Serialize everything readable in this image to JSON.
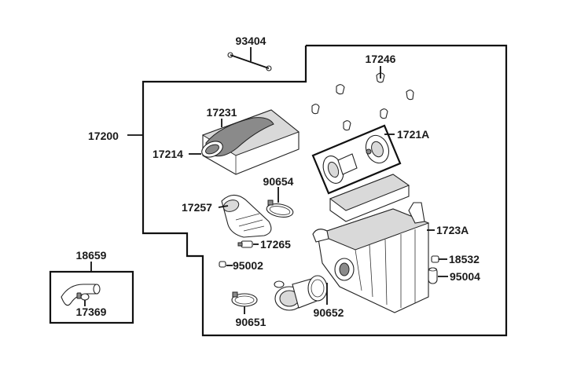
{
  "diagram": {
    "parts": {
      "p93404": "93404",
      "p17246": "17246",
      "p17231": "17231",
      "p17200": "17200",
      "p1721A": "1721A",
      "p17214": "17214",
      "p90654": "90654",
      "p17257": "17257",
      "p1723A": "1723A",
      "p17265": "17265",
      "p18659": "18659",
      "p18532": "18532",
      "p95002": "95002",
      "p95004": "95004",
      "p17369": "17369",
      "p90651": "90651",
      "p90652": "90652"
    }
  }
}
